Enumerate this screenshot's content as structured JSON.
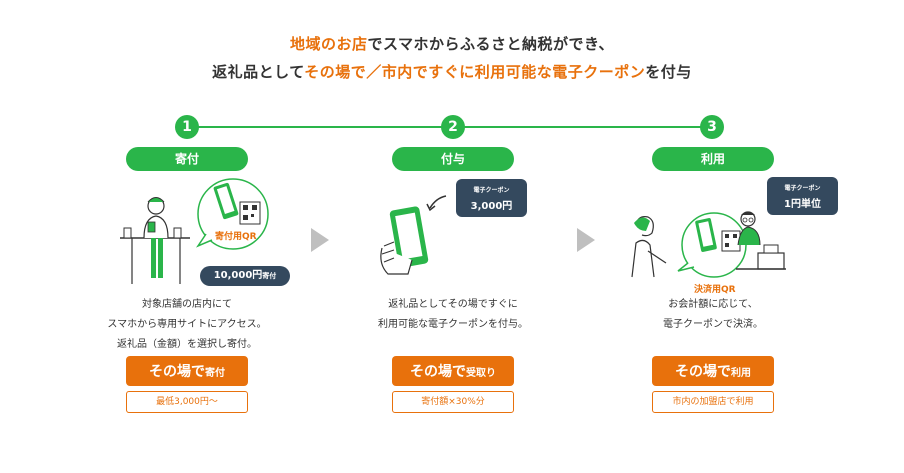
{
  "headline": {
    "line1": [
      {
        "text": "地域のお店",
        "highlight": true
      },
      {
        "text": "でスマホからふるさと納税ができ、",
        "highlight": false
      }
    ],
    "line2": [
      {
        "text": "返礼品として",
        "highlight": false
      },
      {
        "text": "その場で／市内ですぐに利用可能な電子クーポン",
        "highlight": true
      },
      {
        "text": "を付与",
        "highlight": false
      }
    ]
  },
  "colors": {
    "accent_green": "#2ab54a",
    "accent_orange": "#e8710c",
    "badge_navy": "#34495e"
  },
  "steps": [
    {
      "number": "1",
      "title": "寄付",
      "desc": [
        "対象店舗の店内にて",
        "スマホから専用サイトにアクセス。",
        "返礼品（金額）を選択し寄付。"
      ],
      "button_big": "その場で",
      "button_small": "寄付",
      "note": "最低3,000円〜",
      "badge_amount": "10,000円",
      "badge_suffix": "寄付",
      "qr_label": "寄付用QR"
    },
    {
      "number": "2",
      "title": "付与",
      "desc": [
        "返礼品としてその場ですぐに",
        "利用可能な電子クーポンを付与。"
      ],
      "button_big": "その場で",
      "button_small": "受取り",
      "note": "寄付額×30%分",
      "badge_top": "電子クーポン",
      "badge_value": "3,000円"
    },
    {
      "number": "3",
      "title": "利用",
      "desc": [
        "お会計額に応じて、",
        "電子クーポンで決済。"
      ],
      "button_big": "その場で",
      "button_small": "利用",
      "note": "市内の加盟店で利用",
      "badge_top": "電子クーポン",
      "badge_value": "1円単位",
      "qr_label": "決済用QR"
    }
  ]
}
